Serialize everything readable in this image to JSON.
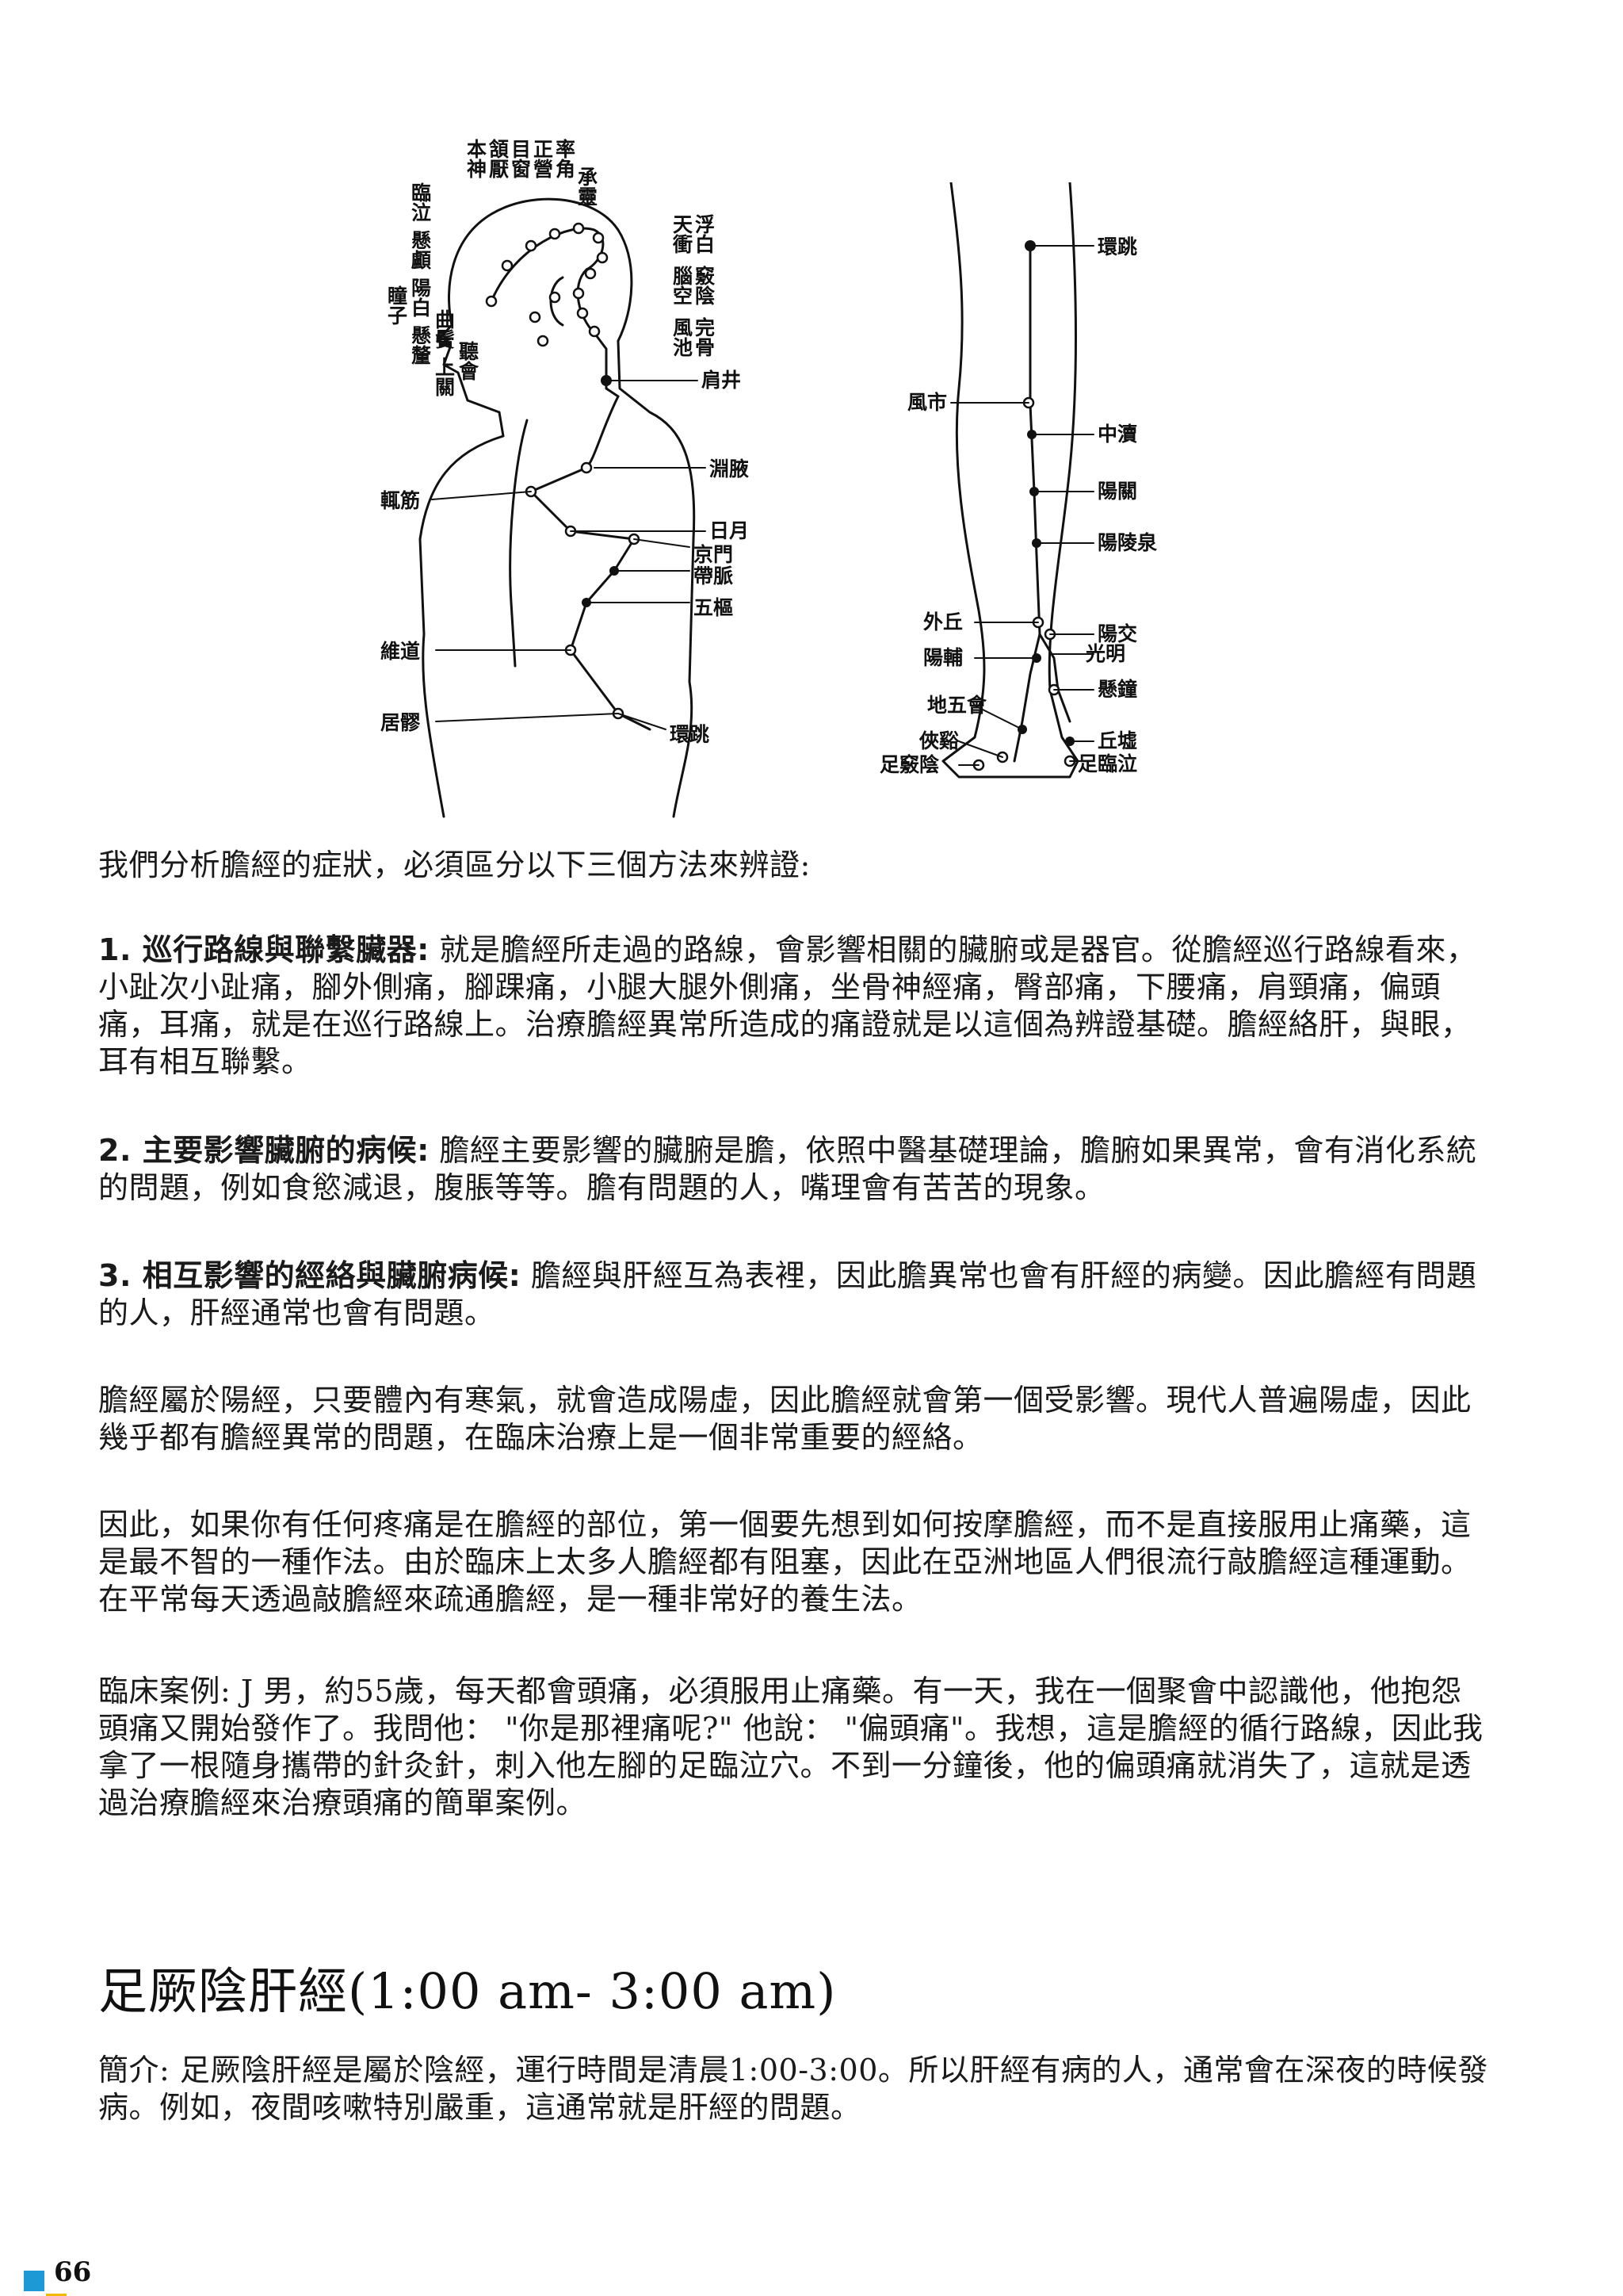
{
  "figure_left": {
    "top_labels": [
      "本神",
      "頷厭",
      "目窗",
      "正營",
      "承靈",
      "率角"
    ],
    "left_labels": [
      "臨泣",
      "懸顱",
      "陽白",
      "懸釐",
      "瞳子",
      "曲鬢",
      "上關",
      "聽會"
    ],
    "right_labels": [
      "天衝",
      "浮白",
      "腦空",
      "竅陰",
      "風池",
      "完骨",
      "肩井"
    ],
    "trunk_right": [
      "淵腋",
      "日月",
      "京門",
      "帶脈",
      "五樞",
      "環跳"
    ],
    "trunk_left": [
      "輒筋",
      "維道",
      "居髎"
    ]
  },
  "figure_right": {
    "labels_right": [
      "環跳",
      "中瀆",
      "陽關",
      "陽陵泉",
      "陽交",
      "光明",
      "懸鐘",
      "丘墟",
      "足臨泣"
    ],
    "labels_left": [
      "風市",
      "外丘",
      "陽輔",
      "地五會",
      "俠谿",
      "足竅陰"
    ]
  },
  "lead": "我們分析膽經的症狀，必須區分以下三個方法來辨證:",
  "p1": {
    "head": "1. 巡行路線與聯繫臟器:",
    "body": " 就是膽經所走過的路線，會影響相關的臟腑或是器官。從膽經巡行路線看來，小趾次小趾痛，腳外側痛，腳踝痛，小腿大腿外側痛，坐骨神經痛，臀部痛，下腰痛，肩頸痛，偏頭痛，耳痛，就是在巡行路線上。治療膽經異常所造成的痛證就是以這個為辨證基礎。膽經絡肝，與眼，耳有相互聯繫。"
  },
  "p2": {
    "head": "2. 主要影響臟腑的病候:",
    "body": " 膽經主要影響的臟腑是膽，依照中醫基礎理論，膽腑如果異常，會有消化系統的問題，例如食慾減退，腹脹等等。膽有問題的人，嘴理會有苦苦的現象。"
  },
  "p3": {
    "head": "3. 相互影響的經絡與臟腑病候:",
    "body": " 膽經與肝經互為表裡，因此膽異常也會有肝經的病變。因此膽經有問題的人，肝經通常也會有問題。"
  },
  "p4": "膽經屬於陽經，只要體內有寒氣，就會造成陽虛，因此膽經就會第一個受影響。現代人普遍陽虛，因此幾乎都有膽經異常的問題，在臨床治療上是一個非常重要的經絡。",
  "p5": "因此，如果你有任何疼痛是在膽經的部位，第一個要先想到如何按摩膽經，而不是直接服用止痛藥，這是最不智的一種作法。由於臨床上太多人膽經都有阻塞，因此在亞洲地區人們很流行敲膽經這種運動。在平常每天透過敲膽經來疏通膽經，是一種非常好的養生法。",
  "p6": "臨床案例: J 男，約55歲，每天都會頭痛，必須服用止痛藥。有一天，我在一個聚會中認識他，他抱怨頭痛又開始發作了。我問他：  \"你是那裡痛呢?\"  他說：  \"偏頭痛\"。我想，這是膽經的循行路線，因此我拿了一根隨身攜帶的針灸針，刺入他左腳的足臨泣穴。不到一分鐘後，他的偏頭痛就消失了，這就是透過治療膽經來治療頭痛的簡單案例。",
  "section_title": "足厥陰肝經(1:00 am- 3:00 am)",
  "intro": "簡介: 足厥陰肝經是屬於陰經，運行時間是清晨1:00-3:00。所以肝經有病的人，通常會在深夜的時候發病。例如，夜間咳嗽特別嚴重，這通常就是肝經的問題。",
  "page_number": "66",
  "colors": {
    "marker_blue": "#1d9ad6",
    "marker_yellow": "#f3b800"
  }
}
